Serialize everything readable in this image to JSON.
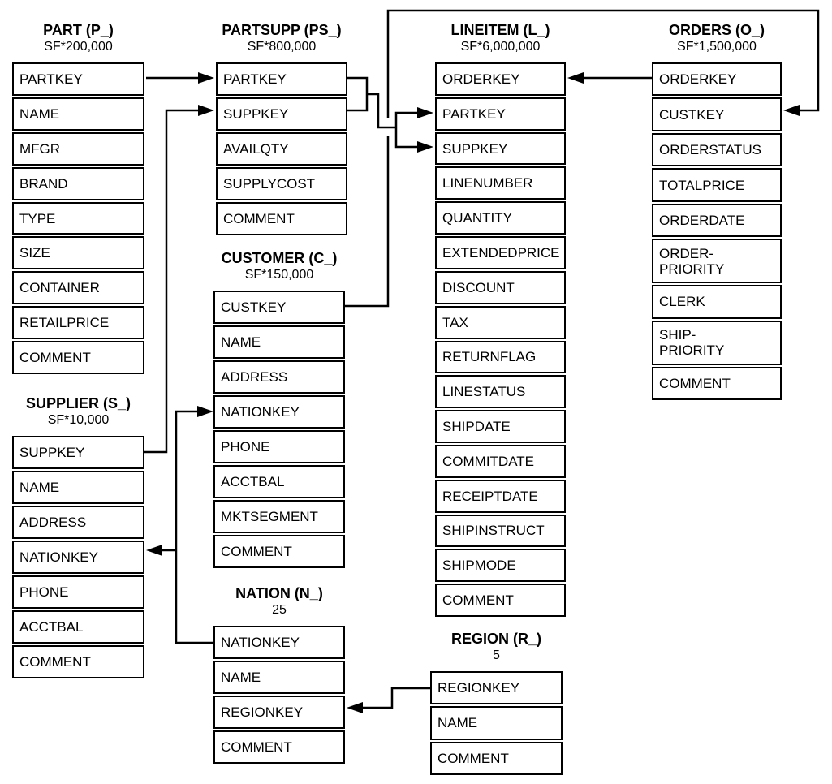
{
  "diagram": {
    "kind": "database-schema",
    "background_color": "#ffffff",
    "line_color": "#000000",
    "text_color": "#000000"
  },
  "tables": [
    {
      "key": "part",
      "title": "PART (P_)",
      "cardinality": "SF*200,000",
      "columns": [
        "PARTKEY",
        "NAME",
        "MFGR",
        "BRAND",
        "TYPE",
        "SIZE",
        "CONTAINER",
        "RETAILPRICE",
        "COMMENT"
      ]
    },
    {
      "key": "partsupp",
      "title": "PARTSUPP (PS_)",
      "cardinality": "SF*800,000",
      "columns": [
        "PARTKEY",
        "SUPPKEY",
        "AVAILQTY",
        "SUPPLYCOST",
        "COMMENT"
      ]
    },
    {
      "key": "lineitem",
      "title": "LINEITEM (L_)",
      "cardinality": "SF*6,000,000",
      "columns": [
        "ORDERKEY",
        "PARTKEY",
        "SUPPKEY",
        "LINENUMBER",
        "QUANTITY",
        "EXTENDEDPRICE",
        "DISCOUNT",
        "TAX",
        "RETURNFLAG",
        "LINESTATUS",
        "SHIPDATE",
        "COMMITDATE",
        "RECEIPTDATE",
        "SHIPINSTRUCT",
        "SHIPMODE",
        "COMMENT"
      ]
    },
    {
      "key": "orders",
      "title": "ORDERS (O_)",
      "cardinality": "SF*1,500,000",
      "columns": [
        "ORDERKEY",
        "CUSTKEY",
        "ORDERSTATUS",
        "TOTALPRICE",
        "ORDERDATE",
        "ORDER-\nPRIORITY",
        "CLERK",
        "SHIP-\nPRIORITY",
        "COMMENT"
      ]
    },
    {
      "key": "customer",
      "title": "CUSTOMER (C_)",
      "cardinality": "SF*150,000",
      "columns": [
        "CUSTKEY",
        "NAME",
        "ADDRESS",
        "NATIONKEY",
        "PHONE",
        "ACCTBAL",
        "MKTSEGMENT",
        "COMMENT"
      ]
    },
    {
      "key": "supplier",
      "title": "SUPPLIER (S_)",
      "cardinality": "SF*10,000",
      "columns": [
        "SUPPKEY",
        "NAME",
        "ADDRESS",
        "NATIONKEY",
        "PHONE",
        "ACCTBAL",
        "COMMENT"
      ]
    },
    {
      "key": "nation",
      "title": "NATION (N_)",
      "cardinality": "25",
      "columns": [
        "NATIONKEY",
        "NAME",
        "REGIONKEY",
        "COMMENT"
      ]
    },
    {
      "key": "region",
      "title": "REGION (R_)",
      "cardinality": "5",
      "columns": [
        "REGIONKEY",
        "NAME",
        "COMMENT"
      ]
    }
  ],
  "relationships": [
    {
      "id": "part-partsupp",
      "from": "PART.PARTKEY",
      "to": "PARTSUPP.PARTKEY"
    },
    {
      "id": "supplier-partsupp",
      "from": "SUPPLIER.SUPPKEY",
      "to": "PARTSUPP.SUPPKEY"
    },
    {
      "id": "partsupp-lineitem-partkey",
      "from": "PARTSUPP.PARTKEY",
      "to": "LINEITEM.PARTKEY"
    },
    {
      "id": "partsupp-lineitem-suppkey",
      "from": "PARTSUPP.SUPPKEY",
      "to": "LINEITEM.SUPPKEY"
    },
    {
      "id": "orders-lineitem",
      "from": "ORDERS.ORDERKEY",
      "to": "LINEITEM.ORDERKEY"
    },
    {
      "id": "customer-orders",
      "from": "CUSTOMER.CUSTKEY",
      "to": "ORDERS.CUSTKEY"
    },
    {
      "id": "nation-customer",
      "from": "NATION.NATIONKEY",
      "to": "CUSTOMER.NATIONKEY"
    },
    {
      "id": "nation-supplier",
      "from": "NATION.NATIONKEY",
      "to": "SUPPLIER.NATIONKEY"
    },
    {
      "id": "region-nation",
      "from": "REGION.REGIONKEY",
      "to": "NATION.REGIONKEY"
    }
  ]
}
